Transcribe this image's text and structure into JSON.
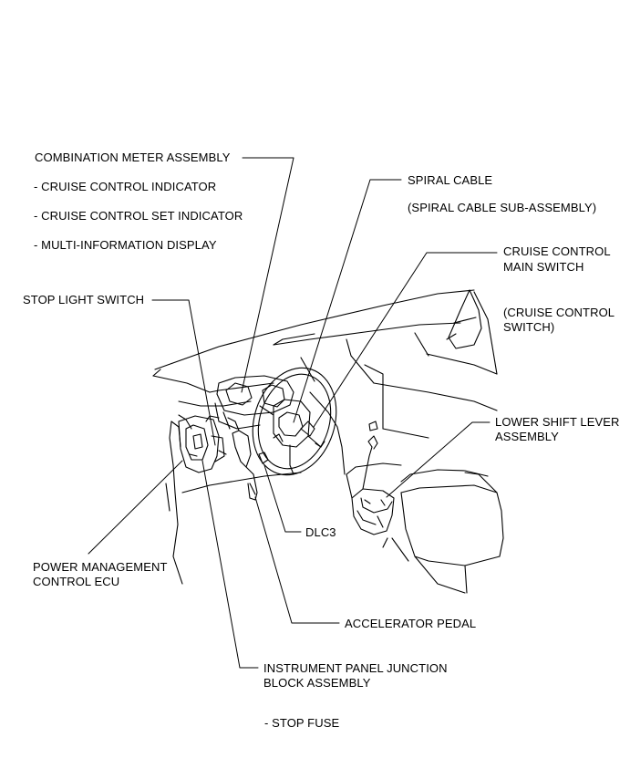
{
  "labels": {
    "combination_meter": "COMBINATION METER ASSEMBLY",
    "cruise_indicator": "- CRUISE CONTROL INDICATOR",
    "cruise_set_indicator": "- CRUISE CONTROL SET INDICATOR",
    "multi_info_display": "- MULTI-INFORMATION DISPLAY",
    "spiral_cable": "SPIRAL CABLE",
    "spiral_cable_sub": "(SPIRAL CABLE SUB-ASSEMBLY)",
    "cruise_main_switch_1": "CRUISE CONTROL",
    "cruise_main_switch_2": "MAIN SWITCH",
    "cruise_switch_1": "(CRUISE CONTROL",
    "cruise_switch_2": "SWITCH)",
    "stop_light_switch": "STOP LIGHT SWITCH",
    "lower_shift_lever_1": "LOWER SHIFT LEVER",
    "lower_shift_lever_2": "ASSEMBLY",
    "dlc3": "DLC3",
    "power_mgmt_1": "POWER MANAGEMENT",
    "power_mgmt_2": "CONTROL ECU",
    "accelerator_pedal": "ACCELERATOR PEDAL",
    "junction_block_1": "INSTRUMENT PANEL JUNCTION",
    "junction_block_2": "BLOCK ASSEMBLY",
    "stop_fuse": "- STOP FUSE"
  },
  "colors": {
    "line": "#000000",
    "background": "#ffffff"
  }
}
